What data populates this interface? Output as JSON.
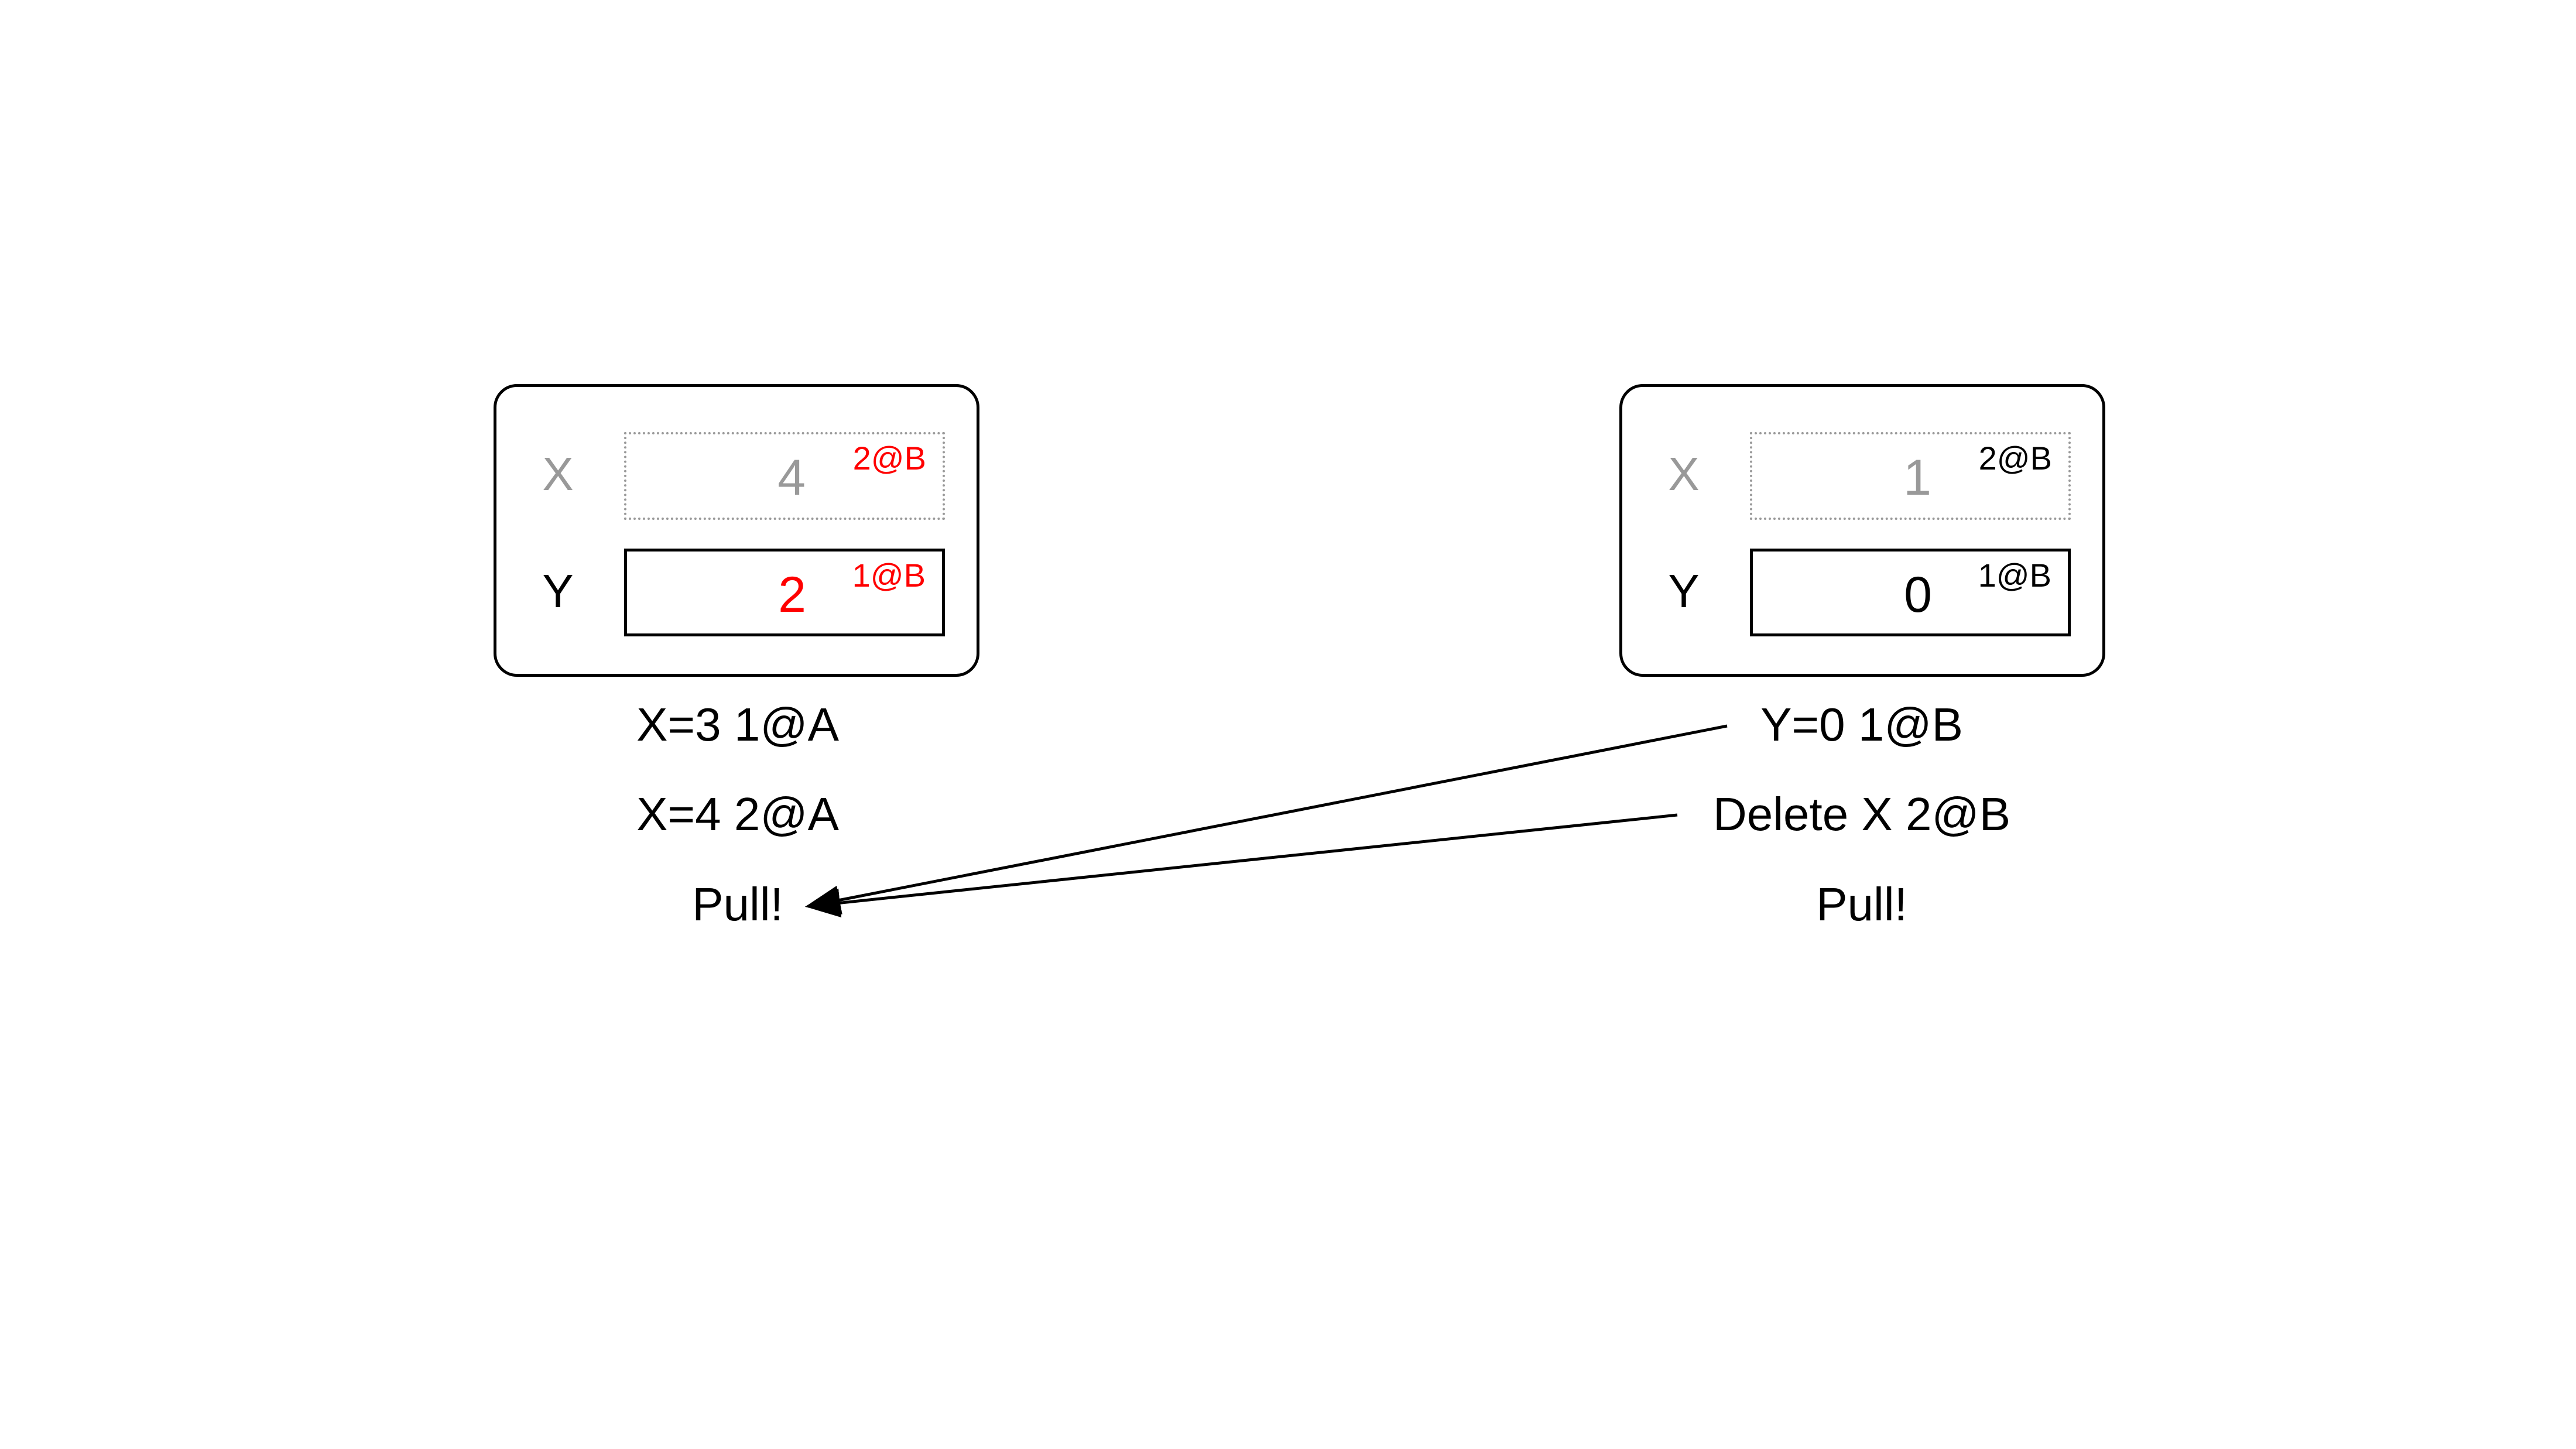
{
  "colors": {
    "highlight": "#ff0000",
    "faded": "#999999",
    "normal": "#000000"
  },
  "left_node": {
    "x": {
      "label": "X",
      "value": "4",
      "timestamp": "2@B",
      "state": "deleted-faded",
      "label_color": "#999999",
      "value_color": "#999999",
      "timestamp_color": "#ff0000"
    },
    "y": {
      "label": "Y",
      "value": "2",
      "timestamp": "1@B",
      "state": "live",
      "label_color": "#000000",
      "value_color": "#ff0000",
      "timestamp_color": "#ff0000"
    },
    "ops": [
      "X=3 1@A",
      "X=4 2@A",
      "Pull!"
    ]
  },
  "right_node": {
    "x": {
      "label": "X",
      "value": "1",
      "timestamp": "2@B",
      "state": "deleted-faded",
      "label_color": "#999999",
      "value_color": "#999999",
      "timestamp_color": "#000000"
    },
    "y": {
      "label": "Y",
      "value": "0",
      "timestamp": "1@B",
      "state": "live",
      "label_color": "#000000",
      "value_color": "#000000",
      "timestamp_color": "#000000"
    },
    "ops": [
      "Y=0 1@B",
      "Delete X 2@B",
      "Pull!"
    ]
  },
  "arrows": [
    {
      "from": "Y=0 1@B",
      "to": "left Pull!"
    },
    {
      "from": "Delete X 2@B",
      "to": "left Pull!"
    }
  ]
}
